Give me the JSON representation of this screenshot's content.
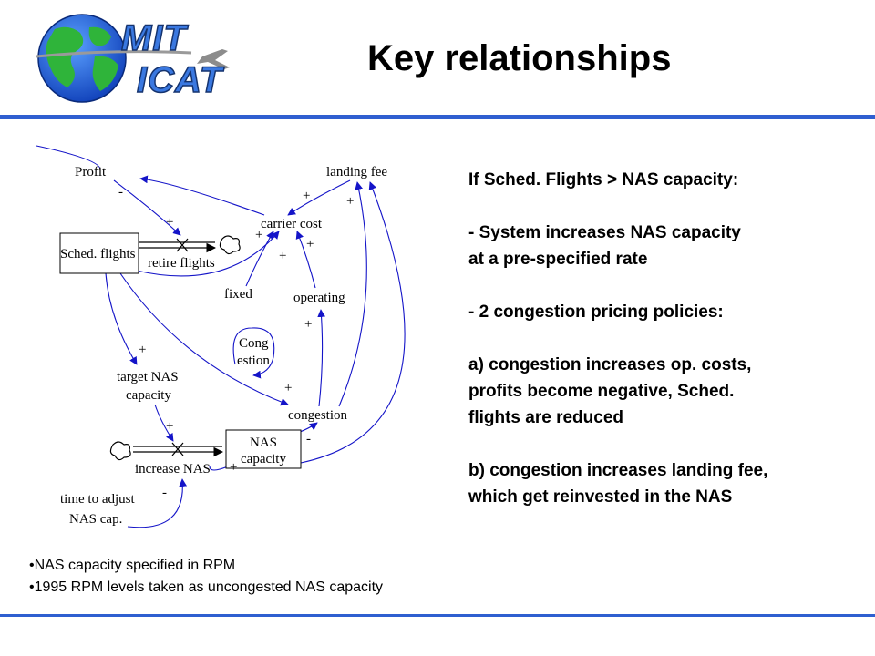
{
  "logo": {
    "line1": "MIT",
    "line2": "ICAT"
  },
  "slide_title": "Key relationships",
  "diagram": {
    "variables": {
      "profit": "Profit",
      "landing_fee": "landing fee",
      "carrier_cost": "carrier cost",
      "sched_flights": "Sched. flights",
      "retire_flights": "retire flights",
      "fixed": "fixed",
      "operating": "operating",
      "cong_line1": "Cong",
      "cong_line2": "estion",
      "target_nas_line1": "target NAS",
      "target_nas_line2": "capacity",
      "congestion": "congestion",
      "nas_capacity_line1": "NAS",
      "nas_capacity_line2": "capacity",
      "increase_nas": "increase NAS",
      "time_adjust_line1": "time to adjust",
      "time_adjust_line2": "NAS cap."
    },
    "signs": {
      "plus": "+",
      "minus": "-"
    }
  },
  "panel": {
    "heading": "If Sched. Flights > NAS capacity:",
    "item1": "- System increases NAS capacity\nat a pre-specified rate",
    "item2": "- 2 congestion pricing policies:",
    "item_a": "a) congestion increases op. costs,\nprofits become negative, Sched.\nflights are reduced",
    "item_b": "b) congestion increases landing fee,\nwhich get reinvested in the NAS"
  },
  "notes": [
    "•NAS capacity specified in RPM",
    "•1995 RPM levels taken as uncongested NAS capacity"
  ],
  "colors": {
    "rule": "#2f5fd0",
    "link": "#1414c8",
    "logo_text": "#3a78e0"
  }
}
